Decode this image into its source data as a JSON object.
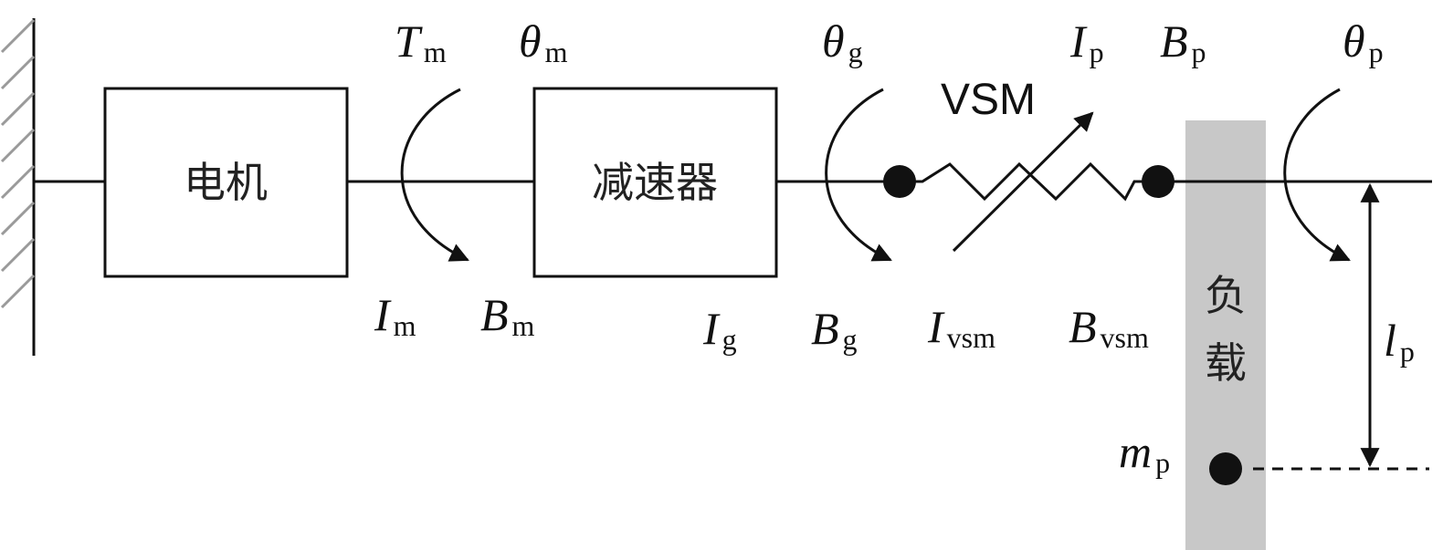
{
  "blocks": {
    "motor": "电机",
    "reducer": "减速器",
    "load": "负载"
  },
  "vsm_label": "VSM",
  "symbols": {
    "Tm": {
      "main": "T",
      "sub": "m"
    },
    "theta_m": {
      "main": "θ",
      "sub": "m"
    },
    "Im": {
      "main": "I",
      "sub": "m"
    },
    "Bm": {
      "main": "B",
      "sub": "m"
    },
    "theta_g": {
      "main": "θ",
      "sub": "g"
    },
    "Ig": {
      "main": "I",
      "sub": "g"
    },
    "Bg": {
      "main": "B",
      "sub": "g"
    },
    "Ip": {
      "main": "I",
      "sub": "p"
    },
    "Bp": {
      "main": "B",
      "sub": "p"
    },
    "theta_p": {
      "main": "θ",
      "sub": "p"
    },
    "Ivsm": {
      "main": "I",
      "sub": "vsm"
    },
    "Bvsm": {
      "main": "B",
      "sub": "vsm"
    },
    "lp": {
      "main": "l",
      "sub": "p"
    },
    "mp": {
      "main": "m",
      "sub": "p"
    }
  },
  "colors": {
    "line": "#111111",
    "load_bar": "#c8c8c8",
    "hatch": "#9a9a9a"
  }
}
